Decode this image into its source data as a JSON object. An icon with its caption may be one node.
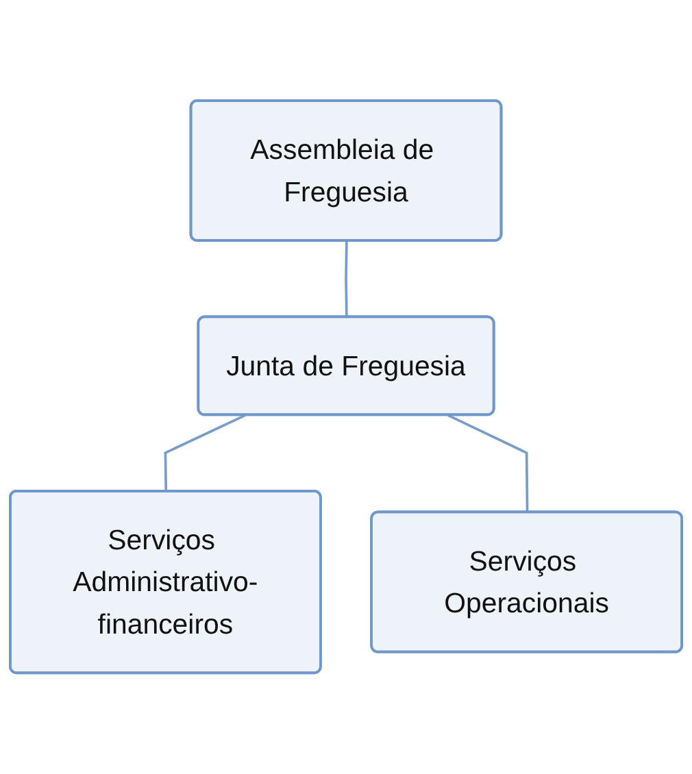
{
  "diagram": {
    "nodes": [
      {
        "text": [
          "Assembleia de Freguesia"
        ]
      },
      {
        "text": [
          "Junta de Freguesia"
        ]
      },
      {
        "text": [
          "Serviços Administrativo-financeiros"
        ]
      },
      {
        "text": [
          "Serviços Operacionais"
        ]
      }
    ],
    "edges": [
      {
        "from": 0,
        "to": 1,
        "arrow": "none"
      },
      {
        "from": 1,
        "to": 2,
        "arrow": "none"
      },
      {
        "from": 1,
        "to": 3,
        "arrow": "none"
      }
    ]
  }
}
